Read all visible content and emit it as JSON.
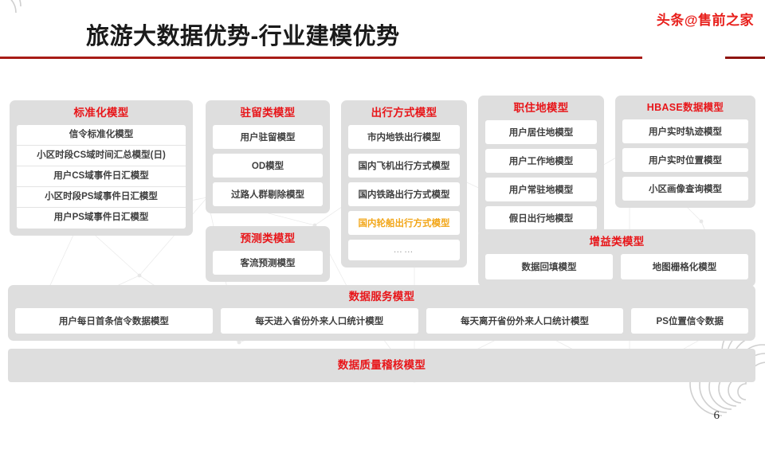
{
  "header": {
    "title": "旅游大数据优势-行业建模优势",
    "watermark": "头条@售前之家",
    "accent_color": "#a81c16"
  },
  "page_number": "6",
  "colors": {
    "title_red": "#e8161a",
    "panel_gray": "#dedede",
    "card_white": "#ffffff",
    "highlight_orange": "#f2a71b",
    "item_text": "#3f3f3f"
  },
  "groups": [
    {
      "key": "standardization",
      "title": "标准化模型",
      "items": [
        "信令标准化模型",
        "小区时段CS域时间汇总模型(日)",
        "用户CS域事件日汇模型",
        "小区时段PS域事件日汇模型",
        "用户PS域事件日汇模型"
      ]
    },
    {
      "key": "stay",
      "title": "驻留类模型",
      "items": [
        "用户驻留模型",
        "OD模型",
        "过路人群剔除模型"
      ]
    },
    {
      "key": "forecast",
      "title": "预测类模型",
      "items": [
        "客流预测模型"
      ]
    },
    {
      "key": "travel_mode",
      "title": "出行方式模型",
      "items": [
        "市内地铁出行模型",
        "国内飞机出行方式模型",
        "国内铁路出行方式模型",
        "国内轮船出行方式模型",
        "……"
      ],
      "highlight_index": 3,
      "dots_index": 4
    },
    {
      "key": "work_home",
      "title": "职住地模型",
      "items": [
        "用户居住地模型",
        "用户工作地模型",
        "用户常驻地模型",
        "假日出行地模型"
      ]
    },
    {
      "key": "hbase",
      "title": "HBASE数据模型",
      "items": [
        "用户实时轨迹模型",
        "用户实时位置模型",
        "小区画像查询模型"
      ]
    },
    {
      "key": "gain",
      "title": "增益类模型",
      "items": [
        "数据回填模型",
        "地图栅格化模型"
      ]
    },
    {
      "key": "data_service",
      "title": "数据服务模型",
      "items": [
        "用户每日首条信令数据模型",
        "每天进入省份外来人口统计模型",
        "每天离开省份外来人口统计模型",
        "PS位置信令数据"
      ]
    },
    {
      "key": "data_quality",
      "title": "数据质量稽核模型",
      "items": []
    }
  ]
}
